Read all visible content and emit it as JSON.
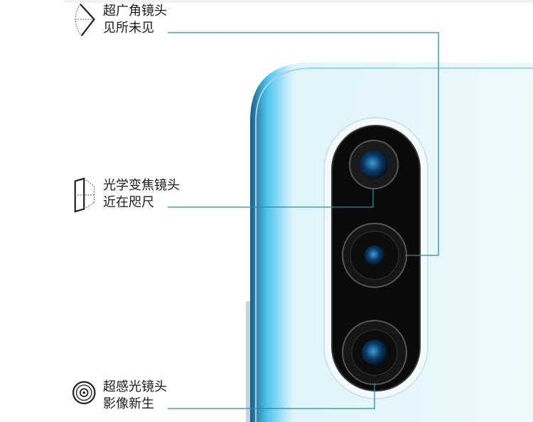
{
  "features": [
    {
      "title": "超广角镜头",
      "subtitle": "见所未见",
      "icon": "wide-angle-icon"
    },
    {
      "title": "光学变焦镜头",
      "subtitle": "近在咫尺",
      "icon": "zoom-lens-icon"
    },
    {
      "title": "超感光镜头",
      "subtitle": "影像新生",
      "icon": "sensitive-lens-icon"
    }
  ],
  "colors": {
    "leader_line": "#2a8aa8",
    "phone_body": "#e6f6fb",
    "camera_module": "#0a0a0a"
  }
}
